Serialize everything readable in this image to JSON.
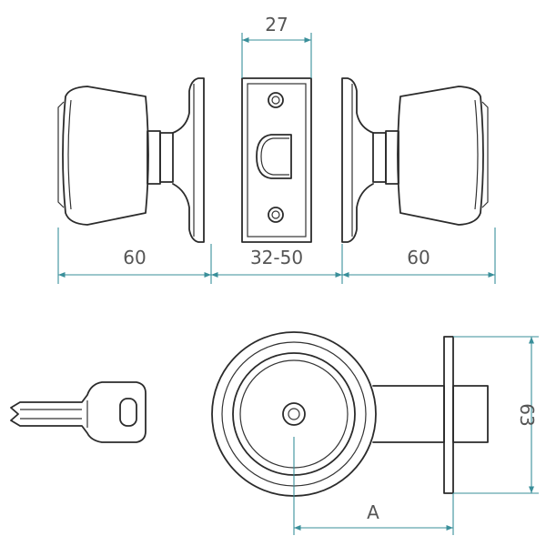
{
  "dimensions": {
    "plate_width": "27",
    "knob_left_width": "60",
    "door_thickness": "32-50",
    "knob_right_width": "60",
    "rose_height": "63",
    "backset": "A"
  },
  "colors": {
    "line": "#2b2b2b",
    "dimension_line": "#3a8f9a",
    "dimension_text": "#555555"
  }
}
